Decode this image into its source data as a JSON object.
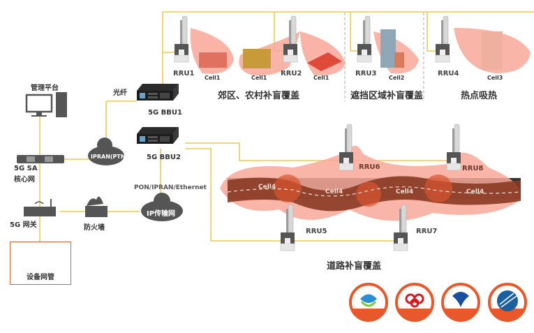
{
  "diagram": {
    "title_sections": {
      "suburban": "郊区、农村补盲覆盖",
      "blocked": "遮挡区域补盲覆盖",
      "hotspot": "热点吸热",
      "road": "道路补盲覆盖"
    },
    "left_nodes": {
      "mgmt_platform": "管理平台",
      "core_line1": "5G SA",
      "core_line2": "核心网",
      "gateway": "5G 网关",
      "firewall": "防火墙",
      "nms": "设备网管"
    },
    "links": {
      "fiber": "光纤",
      "ipran_cloud": "IPRAN(PTN)",
      "ip_cloud": "IP传输网",
      "pon_label": "PON/IPRAN/Ethernet"
    },
    "bbus": [
      "5G BBU1",
      "5G BBU2"
    ],
    "rrus": [
      "RRU1",
      "RRU2",
      "RRU3",
      "RRU4",
      "RRU5",
      "RRU6",
      "RRU7",
      "RRU8"
    ],
    "cells": {
      "cell1": "Cell1",
      "cell2": "Cell2",
      "cell3": "Cell3",
      "cell4": "Cell4"
    },
    "operators": [
      {
        "name": "China Mobile",
        "icon": "china-mobile-logo"
      },
      {
        "name": "China Unicom",
        "icon": "china-unicom-logo"
      },
      {
        "name": "China Telecom",
        "icon": "china-telecom-logo"
      },
      {
        "name": "China Broadnet",
        "icon": "china-broadnet-logo"
      }
    ],
    "colors": {
      "link_line": "#f0c94a",
      "coverage": "#f8a898",
      "road": "#8a3a24",
      "device_dark": "#4a4a4a",
      "accent_orange": "#e8582a"
    }
  }
}
